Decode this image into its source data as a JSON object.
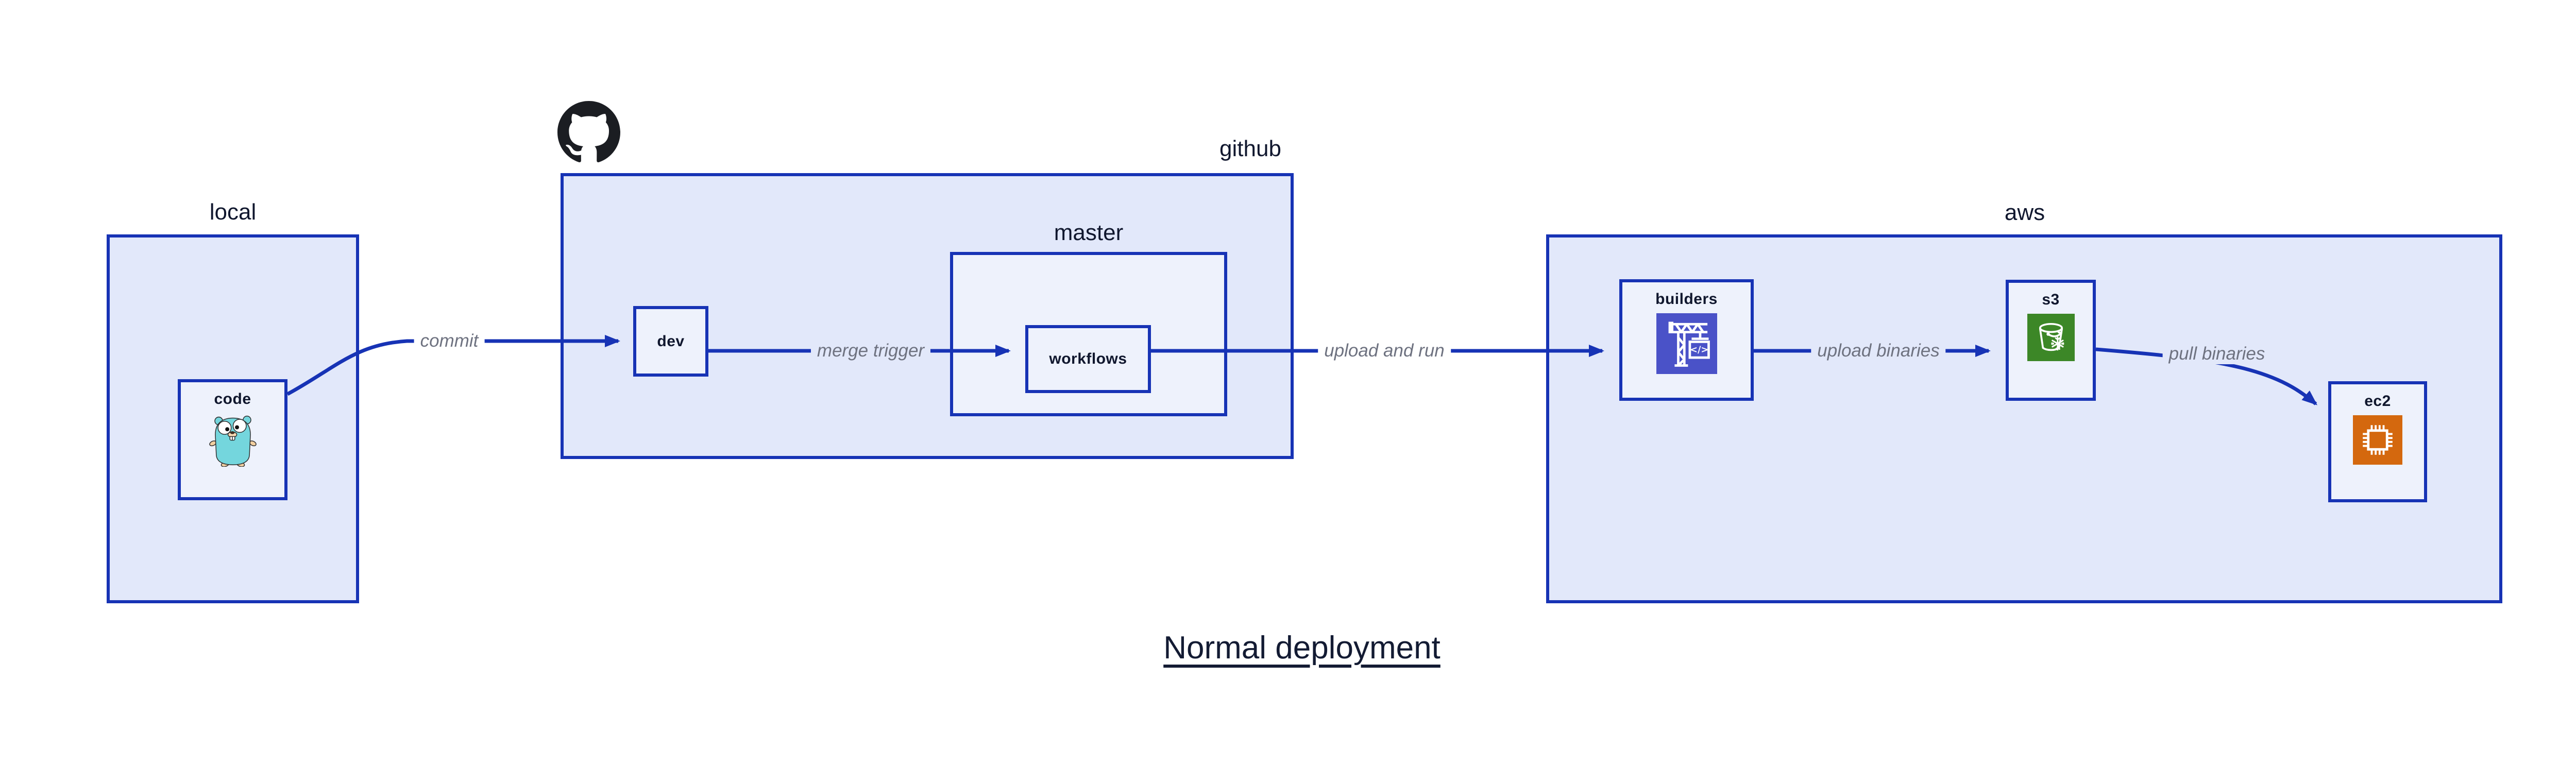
{
  "diagram": {
    "title": "Normal deployment",
    "groups": {
      "local": {
        "label": "local"
      },
      "github": {
        "label": "github",
        "icon": "github-octocat-icon"
      },
      "master": {
        "label": "master"
      },
      "aws": {
        "label": "aws"
      }
    },
    "nodes": {
      "code": {
        "label": "code",
        "icon": "go-gopher-icon"
      },
      "dev": {
        "label": "dev"
      },
      "workflows": {
        "label": "workflows"
      },
      "builders": {
        "label": "builders",
        "icon": "codebuild-crane-icon"
      },
      "s3": {
        "label": "s3",
        "icon": "s3-bucket-icon"
      },
      "ec2": {
        "label": "ec2",
        "icon": "ec2-chip-icon"
      }
    },
    "edges": [
      {
        "from": "code",
        "to": "dev",
        "label": "commit"
      },
      {
        "from": "dev",
        "to": "workflows",
        "label": "merge trigger"
      },
      {
        "from": "workflows",
        "to": "builders",
        "label": "upload and run"
      },
      {
        "from": "builders",
        "to": "s3",
        "label": "upload binaries"
      },
      {
        "from": "s3",
        "to": "ec2",
        "label": "pull binaries"
      }
    ],
    "colors": {
      "edge_blue": "#1733b5",
      "group_fill": "#e2e8fa",
      "node_fill": "#eef2fc",
      "text_dark": "#10172e",
      "edge_label_gray": "#6e7280",
      "github_black": "#1b1d22",
      "codebuild_purple": "#4a52c8",
      "s3_green": "#3c8727",
      "ec2_orange": "#d4680e",
      "gopher_teal": "#74d6dd"
    }
  }
}
